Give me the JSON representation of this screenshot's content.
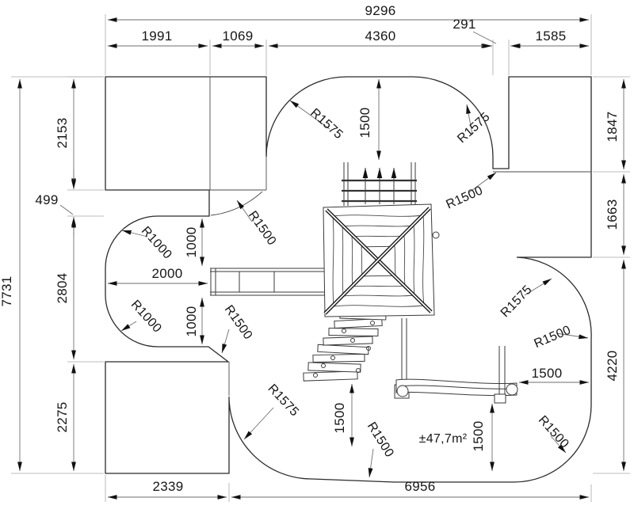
{
  "dims": {
    "w_total": "9296",
    "w_seg1": "1991",
    "w_seg2": "1069",
    "w_seg3": "4360",
    "w_seg4": "291",
    "w_seg5": "1585",
    "h_total": "7731",
    "h_left1": "2153",
    "h_left2": "499",
    "h_left3": "2804",
    "h_left4": "2275",
    "h_right1": "1847",
    "h_right2": "1663",
    "h_right3": "4220",
    "b_seg1": "2339",
    "b_seg2": "6956",
    "clear_top": "1500",
    "left_1000_upper": "1000",
    "left_2000": "2000",
    "left_1000_lower": "1000",
    "bottom_1500": "1500",
    "right_1500_h": "1500",
    "right_1500_v": "1500"
  },
  "radii": {
    "r1575": "R1575",
    "r1500": "R1500",
    "r1000": "R1000"
  },
  "area_label": "±47,7m²",
  "line_color": "#2b2b2b",
  "dim_color": "#6e6e6e"
}
